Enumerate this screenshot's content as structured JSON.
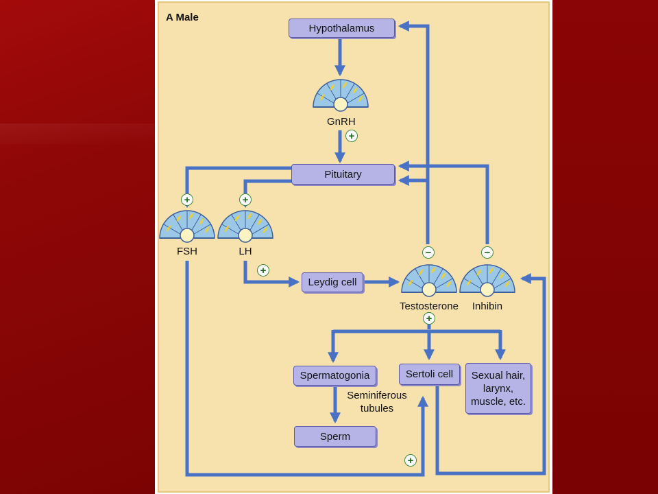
{
  "panel_title": "A Male",
  "boxes": {
    "hypothalamus": "Hypothalamus",
    "pituitary": "Pituitary",
    "leydig_cell": "Leydig cell",
    "spermatogonia": "Spermatogonia",
    "sertoli_cell": "Sertoli cell",
    "sexual_hair": "Sexual hair,\nlarynx,\nmuscle, etc.",
    "sperm": "Sperm"
  },
  "receptor_labels": {
    "gnrh": "GnRH",
    "fsh": "FSH",
    "lh": "LH",
    "testosterone": "Testosterone",
    "inhibin": "Inhibin"
  },
  "annotation": "Seminiferous\ntubules",
  "signs": {
    "positive": "+",
    "negative": "−"
  },
  "colors": {
    "arrow": "#4a72c4",
    "box_fill": "#b6b4e6",
    "panel_bg": "#f7e2ad",
    "receptor_fill": "#9cc8e8",
    "slide_bg": "#8f0a0a"
  }
}
